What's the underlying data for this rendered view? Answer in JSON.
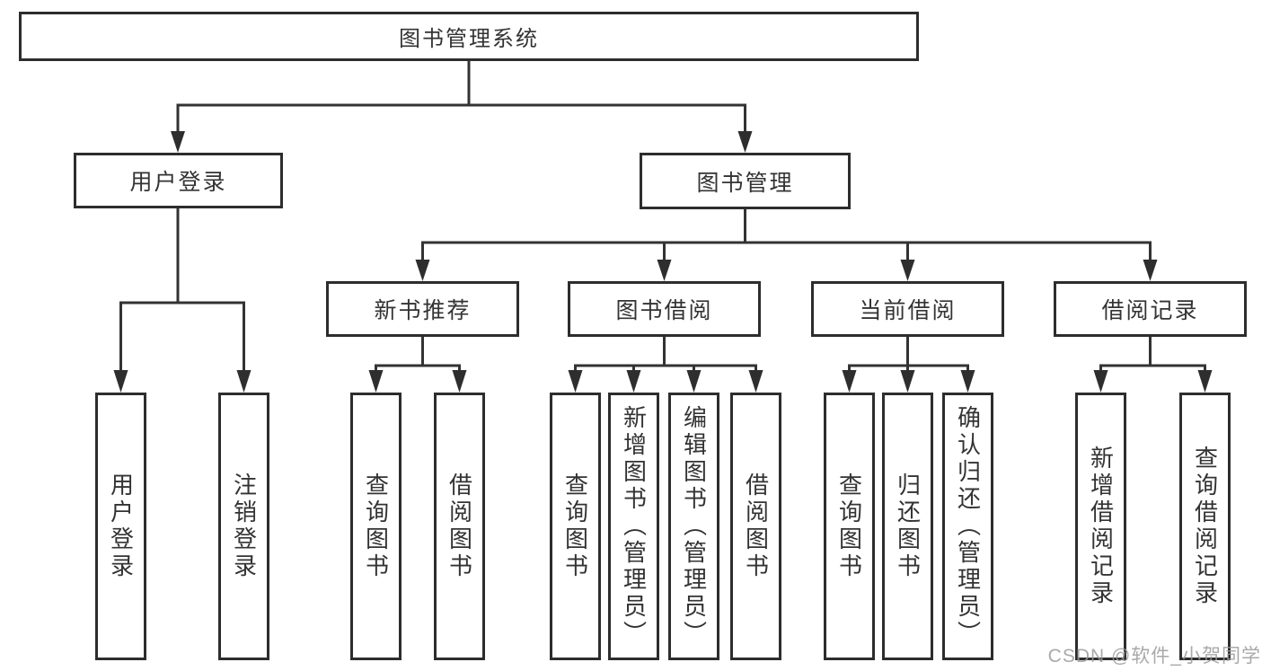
{
  "diagram": {
    "type": "tree",
    "title": "图书管理系统",
    "colors": {
      "background": "#ffffff",
      "box_border": "#2d2d2d",
      "line": "#333333",
      "text": "#333333",
      "watermark": "#9a9a9a"
    }
  },
  "tree": {
    "root": {
      "label": "图书管理系统",
      "children": [
        {
          "label": "用户登录",
          "children": [
            {
              "label": "用户登录"
            },
            {
              "label": "注销登录"
            }
          ]
        },
        {
          "label": "图书管理",
          "children": [
            {
              "label": "新书推荐",
              "children": [
                {
                  "label": "查询图书"
                },
                {
                  "label": "借阅图书"
                }
              ]
            },
            {
              "label": "图书借阅",
              "children": [
                {
                  "label": "查询图书"
                },
                {
                  "label": "新增图书（管理员）"
                },
                {
                  "label": "编辑图书（管理员）"
                },
                {
                  "label": "借阅图书"
                }
              ]
            },
            {
              "label": "当前借阅",
              "children": [
                {
                  "label": "查询图书"
                },
                {
                  "label": "归还图书"
                },
                {
                  "label": "确认归还（管理员）"
                }
              ]
            },
            {
              "label": "借阅记录",
              "children": [
                {
                  "label": "新增借阅记录"
                },
                {
                  "label": "查询借阅记录"
                }
              ]
            }
          ]
        }
      ]
    }
  },
  "watermark": {
    "text": "CSDN @软件_小贺同学"
  }
}
